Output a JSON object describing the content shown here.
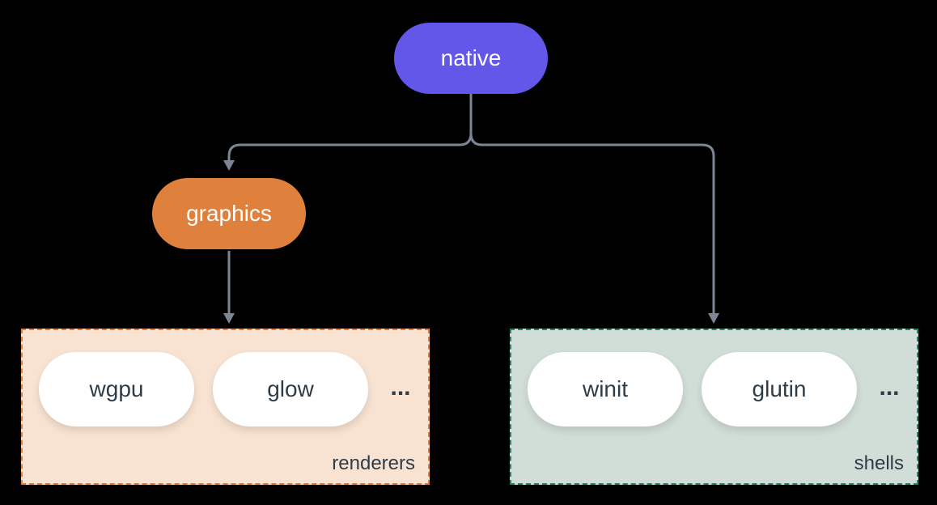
{
  "diagram": {
    "nodes": {
      "native": {
        "label": "native"
      },
      "graphics": {
        "label": "graphics"
      }
    },
    "groups": {
      "renderers": {
        "label": "renderers",
        "items": [
          "wgpu",
          "glow"
        ],
        "more": "..."
      },
      "shells": {
        "label": "shells",
        "items": [
          "winit",
          "glutin"
        ],
        "more": "..."
      }
    },
    "edges": [
      {
        "from": "native",
        "to": "graphics"
      },
      {
        "from": "native",
        "to": "shells"
      },
      {
        "from": "graphics",
        "to": "renderers"
      }
    ]
  },
  "colors": {
    "background": "#000000",
    "connector": "#7d8694",
    "native_fill": "#6257e9",
    "graphics_fill": "#df813d",
    "renderers_bg": "#f8e3d3",
    "renderers_border": "#df813d",
    "shells_bg": "#d0ded7",
    "shells_border": "#2e7d6e",
    "pill_bg": "#ffffff",
    "pill_text": "#2e3c48",
    "node_text": "#ffffff"
  }
}
